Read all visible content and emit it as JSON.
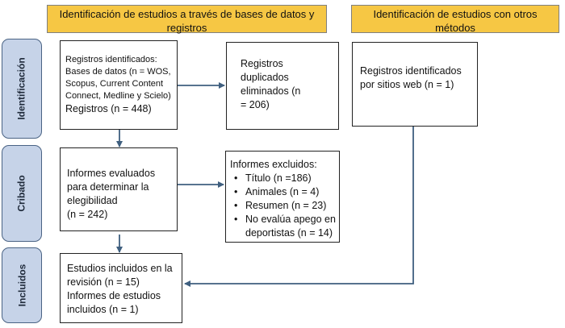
{
  "headers": {
    "databases": [
      "Identificación de estudios a través de bases de datos y",
      "registros"
    ],
    "other_methods": [
      "Identificación de estudios con otros",
      "métodos"
    ]
  },
  "phases": {
    "identification": "Identificación",
    "screening": "Cribado",
    "included": "Incluidos"
  },
  "boxes": {
    "identified_records": [
      "Registros identificados:",
      "Bases de datos (n = WOS,",
      "Scopus, Current Content",
      "Connect, Medline y Scielo)",
      "Registros (n = 448)"
    ],
    "duplicates_removed": [
      "Registros",
      "duplicados",
      "eliminados (n",
      "= 206)"
    ],
    "web_records": [
      "Registros identificados",
      "por sitios web (n = 1)"
    ],
    "reports_assessed": [
      "Informes evaluados",
      "para determinar la",
      "elegibilidad",
      "(n = 242)"
    ],
    "reports_excluded": {
      "title": "Informes excluidos:",
      "items": [
        "Título (n =186)",
        "Animales (n = 4)",
        "Resumen (n = 23)",
        "No evalúa apego en",
        "deportistas (n = 14)"
      ]
    },
    "included_studies": [
      "Estudios incluidos en la",
      "revisión (n = 15)",
      "Informes de estudios",
      "incluidos (n = 1)"
    ]
  },
  "colors": {
    "header_fill": "#f6c744",
    "phase_fill": "#c6d3e8",
    "phase_border": "#4a6384",
    "arrow": "#3f5f7f"
  }
}
